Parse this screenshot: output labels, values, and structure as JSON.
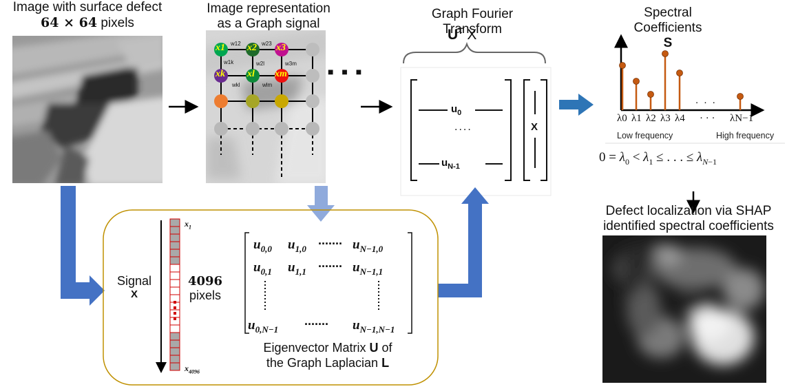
{
  "panel1": {
    "title_line1": "Image with surface defect",
    "title_size": "64 × 64",
    "title_unit": "pixels"
  },
  "panel2": {
    "title_line1": "Image representation",
    "title_line2": "as a Graph signal",
    "node_labels": [
      "x1",
      "x2",
      "x3",
      "xk",
      "xl",
      "xm"
    ],
    "edge_labels": [
      "w12",
      "w23",
      "w1k",
      "w2l",
      "w3m",
      "wkl",
      "wlm"
    ],
    "dots": "■ ■ ■"
  },
  "panel3": {
    "title_line1": "Graph Fourier",
    "title_line2": "Transform",
    "formula_u": "U",
    "formula_t": "T",
    "formula_x": "X",
    "row_first": "u0",
    "row_mid": "....",
    "row_last": "uN-1",
    "vector": "X"
  },
  "panel4": {
    "title_line1": "Spectral",
    "title_line2": "Coefficients",
    "title_symbol": "S",
    "axis_labels": [
      "λ0",
      "λ1",
      "λ2",
      "λ3",
      "λ4",
      "· · ·",
      "λN−1"
    ],
    "dots_top": ". . .",
    "low": "Low frequency",
    "high": "High frequency",
    "inequality": "0 = λ0 < λ1 ≤ . . . ≤ λN−1"
  },
  "panel5": {
    "title_line1": "Defect localization via SHAP",
    "title_line2": "identified spectral coefficients"
  },
  "bottom": {
    "signal_label": "Signal",
    "signal_symbol": "X",
    "x_first": "x1",
    "x_last": "x4096",
    "count": "4096",
    "count_unit": "pixels",
    "matrix": {
      "r1": [
        "u0,0",
        "u1,0",
        ".......",
        "uN−1,0"
      ],
      "r2": [
        "u0,1",
        "u1,1",
        ".......",
        "uN−1,1"
      ],
      "r4": [
        "u0,N−1",
        ".......",
        "uN−1,N−1"
      ]
    },
    "caption_line1_pre": "Eigenvector Matrix",
    "caption_line1_sym": "U",
    "caption_line1_post": "of",
    "caption_line2_pre": "the Graph Laplacian",
    "caption_line2_sym": "L"
  },
  "colors": {
    "arrow_blue": "#4472c4",
    "stem_orange": "#c55a11",
    "box_gold": "#bf9000",
    "node_green": "#00a651",
    "node_darkgreen": "#2e7d32",
    "node_magenta": "#c0108f",
    "node_purple": "#6a2c91",
    "node_red": "#ee1111",
    "node_orange": "#ed7d31",
    "node_olive": "#a6a626",
    "node_gold": "#c9a800"
  }
}
